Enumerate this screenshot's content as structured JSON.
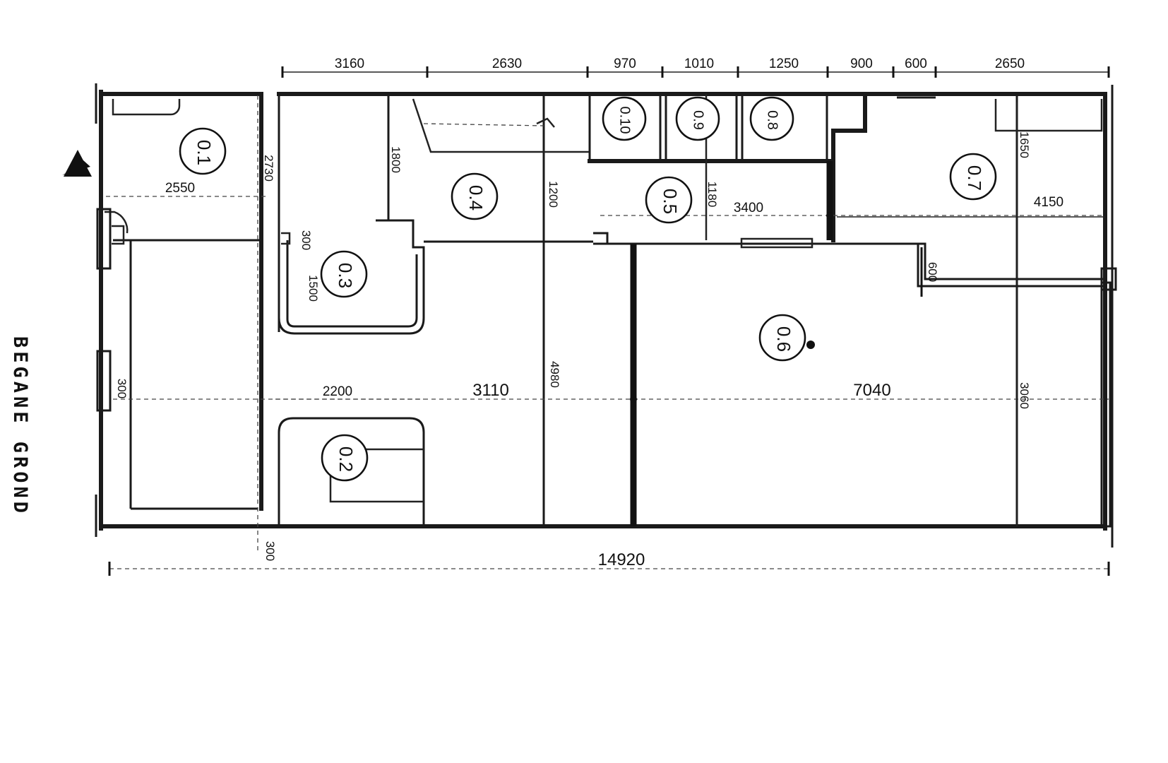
{
  "floor": {
    "title": "BEGANE GROND"
  },
  "rooms": [
    {
      "id": "0.1"
    },
    {
      "id": "0.2"
    },
    {
      "id": "0.3"
    },
    {
      "id": "0.4"
    },
    {
      "id": "0.5"
    },
    {
      "id": "0.6"
    },
    {
      "id": "0.7"
    },
    {
      "id": "0.8"
    },
    {
      "id": "0.9"
    },
    {
      "id": "0.10"
    }
  ],
  "dimensions": {
    "top": [
      "3160",
      "2630",
      "970",
      "1010",
      "1250",
      "900",
      "600",
      "2650"
    ],
    "overall_width": "14920",
    "room_01_width": "2550",
    "room_01_depth": "2730",
    "hall_width": "3110",
    "hall_depth": "4980",
    "living_width": "7040",
    "living_depth": "3060",
    "closet_width": "2200",
    "stair_depth": "1800",
    "kitchen_depth": "1200",
    "utility_depth": "1180",
    "utility_width": "3400",
    "room_07_width": "4150",
    "room_07_depth": "1650",
    "step_depth": "600",
    "wall_300_a": "300",
    "wall_300_b": "300",
    "wall_300_c": "300",
    "toilet_depth": "1500"
  }
}
